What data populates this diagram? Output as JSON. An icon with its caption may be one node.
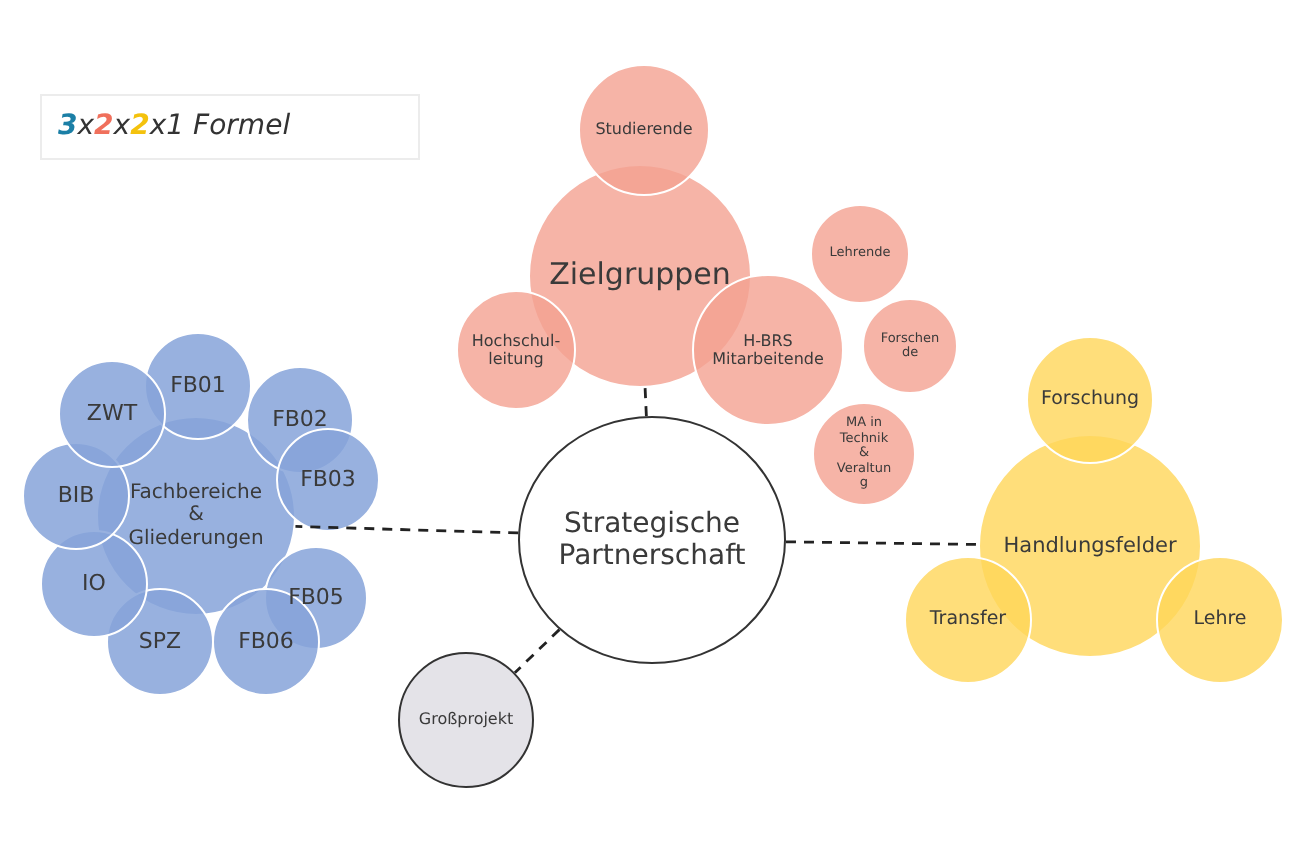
{
  "diagram": {
    "nodes": [
      {
        "text": [
          "Studierende"
        ]
      },
      {
        "text": [
          "Zielgruppen"
        ]
      },
      {
        "text": [
          "Hochschul- leitung"
        ]
      },
      {
        "text": [
          "H-BRS Mitarbeitende"
        ]
      },
      {
        "text": [
          "Lehrende"
        ]
      },
      {
        "text": [
          "Forschen de"
        ]
      },
      {
        "text": [
          "MA in Technik & Veraltun g"
        ]
      },
      {
        "text": [
          "Fachbereiche & Gliederungen"
        ]
      },
      {
        "text": [
          "FB01"
        ]
      },
      {
        "text": [
          "FB02"
        ]
      },
      {
        "text": [
          "FB03"
        ]
      },
      {
        "text": [
          "FB05"
        ]
      },
      {
        "text": [
          "FB06"
        ]
      },
      {
        "text": [
          "SPZ"
        ]
      },
      {
        "text": [
          "IO"
        ]
      },
      {
        "text": [
          "BIB"
        ]
      },
      {
        "text": [
          "ZWT"
        ]
      },
      {
        "text": [
          "Strategische Partnerschaft"
        ]
      },
      {
        "text": [
          "Forschung"
        ]
      },
      {
        "text": [
          "Handlungsfelder"
        ]
      },
      {
        "text": [
          "Transfer"
        ]
      },
      {
        "text": [
          "Lehre"
        ]
      },
      {
        "text": [
          "Großprojekt"
        ]
      }
    ],
    "edges": [
      {
        "from": 17,
        "to": 1,
        "arrow": "none",
        "style": "dashed"
      },
      {
        "from": 17,
        "to": 7,
        "arrow": "none",
        "style": "dashed"
      },
      {
        "from": 17,
        "to": 19,
        "arrow": "none",
        "style": "dashed"
      },
      {
        "from": 17,
        "to": 22,
        "arrow": "none",
        "style": "dashed"
      }
    ],
    "labels": [
      "3x2x2x1 Formel"
    ]
  }
}
